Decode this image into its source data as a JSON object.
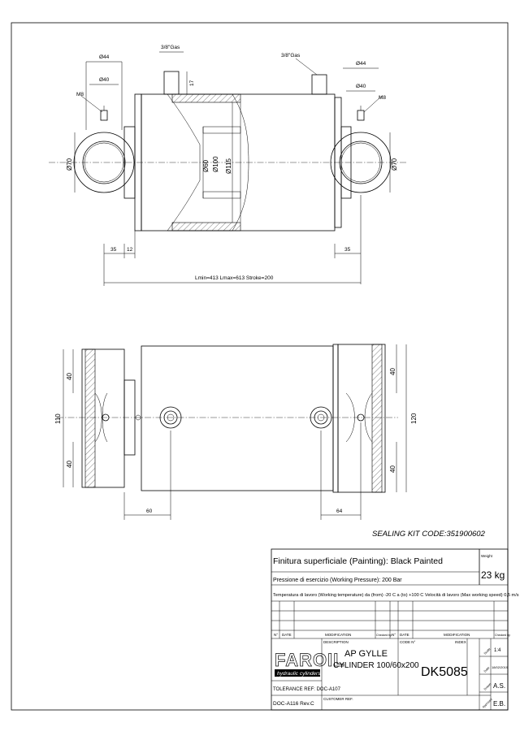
{
  "dimensions": {
    "dia44_left": "Ø44",
    "dia40_left": "Ø40",
    "m8_left": "M8",
    "gas_left": "3/8\"Gas",
    "gas_right": "3/8\"Gas",
    "dia44_right": "Ø44",
    "dia40_right": "Ø40",
    "m8_right": "M8",
    "dim17": "17",
    "dia70_left": "Ø70",
    "dia70_right": "Ø70",
    "dia60": "Ø60",
    "dia100": "Ø100",
    "dia115": "Ø115",
    "dim35_left": "35",
    "dim12": "12",
    "dim35_right": "35",
    "length_note": "Lmin=413 Lmax=613 Stroke=200",
    "dim110": "110",
    "dim40_left_top": "40",
    "dim40_left_bottom": "40",
    "dim40_right_top": "40",
    "dim40_right_bottom": "40",
    "dim120": "120",
    "dim60": "60",
    "dim64": "64"
  },
  "sealing_kit": "SEALING KIT CODE:351900602",
  "title_block": {
    "finish": "Finitura superficiale (Painting): Black Painted",
    "pressure": "Pressione di esercizio (Working Pressure): 200 Bar",
    "temperature": "Temperatura di lavoro (Working temperature) da (from) -20 C a (to) +100 C  Velocità di lavoro (Max working speed) 0,5 m/s",
    "weight_label": "Weight",
    "weight_value": "23 kg",
    "rev_headers": [
      "N°",
      "DATE",
      "MODIFICATION",
      "Checked by",
      "N°",
      "DATE",
      "MODIFICATION",
      "Checked by"
    ],
    "logo_main": "FAROIL",
    "logo_sub": "hydraulic cylinders",
    "description_label": "DESCRIPTION",
    "description_line1": "AP GYLLE",
    "description_line2": "CYLINDER 100/60x200",
    "code_label": "CODE N°",
    "index_label": "INDEX",
    "code_value": "DK5085",
    "tolerance": "TOLERANCE REF: DOC-A107",
    "doc_ref": "DOC-A116 Rev.C",
    "customer_ref": "CUSTOMER REF.",
    "side_scale": "1:4",
    "side_date": "18/02/2019",
    "side_drawn": "A.S.",
    "side_approved": "E.B.",
    "side_scale_label": "Scale",
    "side_date_label": "Date",
    "side_drawn_label": "Drawn",
    "side_approved_label": "Approved"
  }
}
